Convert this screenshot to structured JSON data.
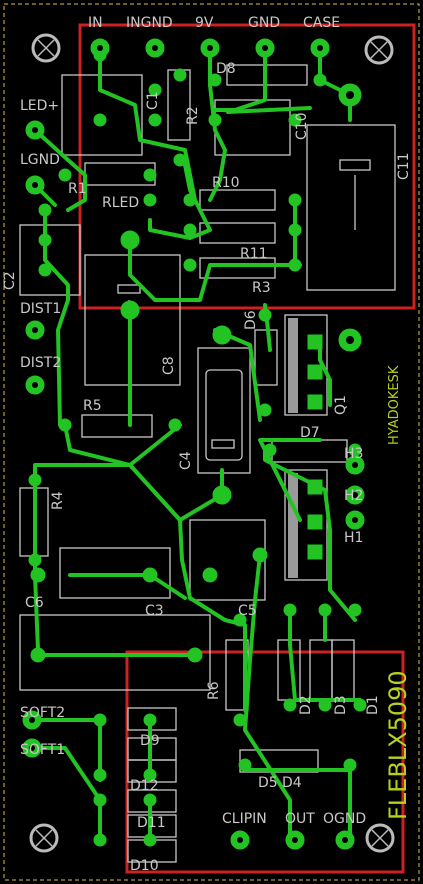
{
  "board": {
    "background": "#000000",
    "trace_color": "#22c322",
    "pad_color": "#22c322",
    "silk_color": "#d8d8d8",
    "outline_color": "#e2c030",
    "highlight_color": "#cc2222",
    "label_color": "#c8c8c8",
    "vertical_text_color": "#b8d020"
  },
  "connectors_top": [
    "IN",
    "INGND",
    "9V",
    "GND",
    "CASE"
  ],
  "connectors_left": [
    "LED+",
    "LGND",
    "DIST1",
    "DIST2",
    "SOFT2",
    "SOFT1"
  ],
  "connectors_bottom": [
    "CLIPIN",
    "OUT",
    "OGND"
  ],
  "connectors_right": [
    "H3",
    "H2",
    "H1"
  ],
  "parts": {
    "r1": "R1",
    "r2": "R2",
    "r3": "R3",
    "r4": "R4",
    "r5": "R5",
    "r6": "R6",
    "r10": "R10",
    "r11": "R11",
    "rled": "RLED",
    "c1": "C1",
    "c2": "C2",
    "c3": "C3",
    "c4": "C4",
    "c5": "C5",
    "c6": "C6",
    "c8": "C8",
    "c10": "C10",
    "c11": "C11",
    "d1": "D1",
    "d2": "D2",
    "d3": "D3",
    "d4": "D4",
    "d5": "D5",
    "d6": "D6",
    "d7": "D7",
    "d8": "D8",
    "d9": "D9",
    "d10": "D10",
    "d11": "D11",
    "d12": "D12",
    "q1": "Q1"
  },
  "vertical_texts": {
    "designer": "HYADOKESK",
    "board_id": "FLEBLX5090"
  }
}
